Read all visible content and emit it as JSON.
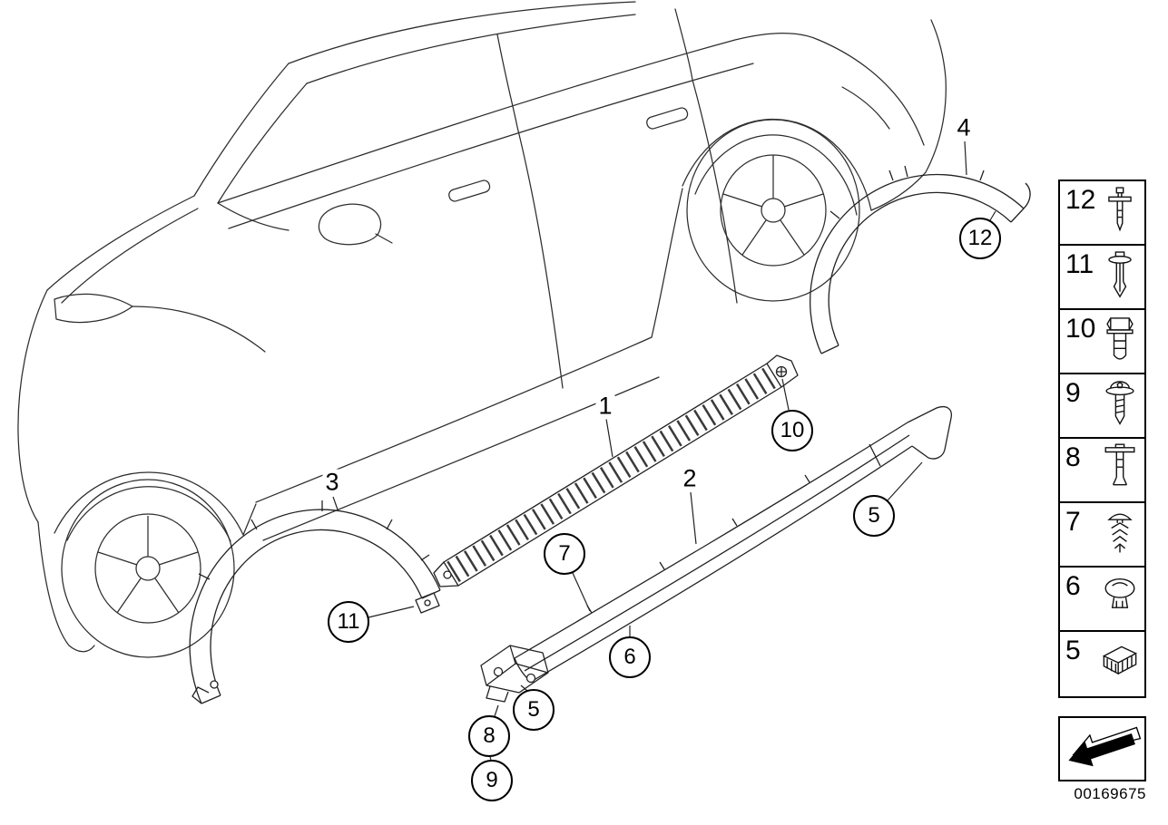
{
  "diagram": {
    "doc_number": "00169675"
  },
  "callouts": {
    "item1": {
      "label": "1"
    },
    "item2": {
      "label": "2"
    },
    "item3": {
      "label": "3"
    },
    "item4": {
      "label": "4"
    },
    "balloon5a": {
      "label": "5"
    },
    "balloon5b": {
      "label": "5"
    },
    "balloon6": {
      "label": "6"
    },
    "balloon7": {
      "label": "7"
    },
    "balloon8": {
      "label": "8"
    },
    "balloon9": {
      "label": "9"
    },
    "balloon10": {
      "label": "10"
    },
    "balloon11": {
      "label": "11"
    },
    "balloon12": {
      "label": "12"
    }
  },
  "legend": {
    "rows": [
      {
        "number": "12",
        "icon": "blind-rivet-icon"
      },
      {
        "number": "11",
        "icon": "expansion-rivet-icon"
      },
      {
        "number": "10",
        "icon": "hex-bolt-icon"
      },
      {
        "number": "9",
        "icon": "screw-with-washer-icon"
      },
      {
        "number": "8",
        "icon": "expanding-rivet-icon"
      },
      {
        "number": "7",
        "icon": "fir-tree-clip-icon"
      },
      {
        "number": "6",
        "icon": "spring-nut-clip-icon"
      },
      {
        "number": "5",
        "icon": "support-bracket-icon"
      }
    ]
  }
}
